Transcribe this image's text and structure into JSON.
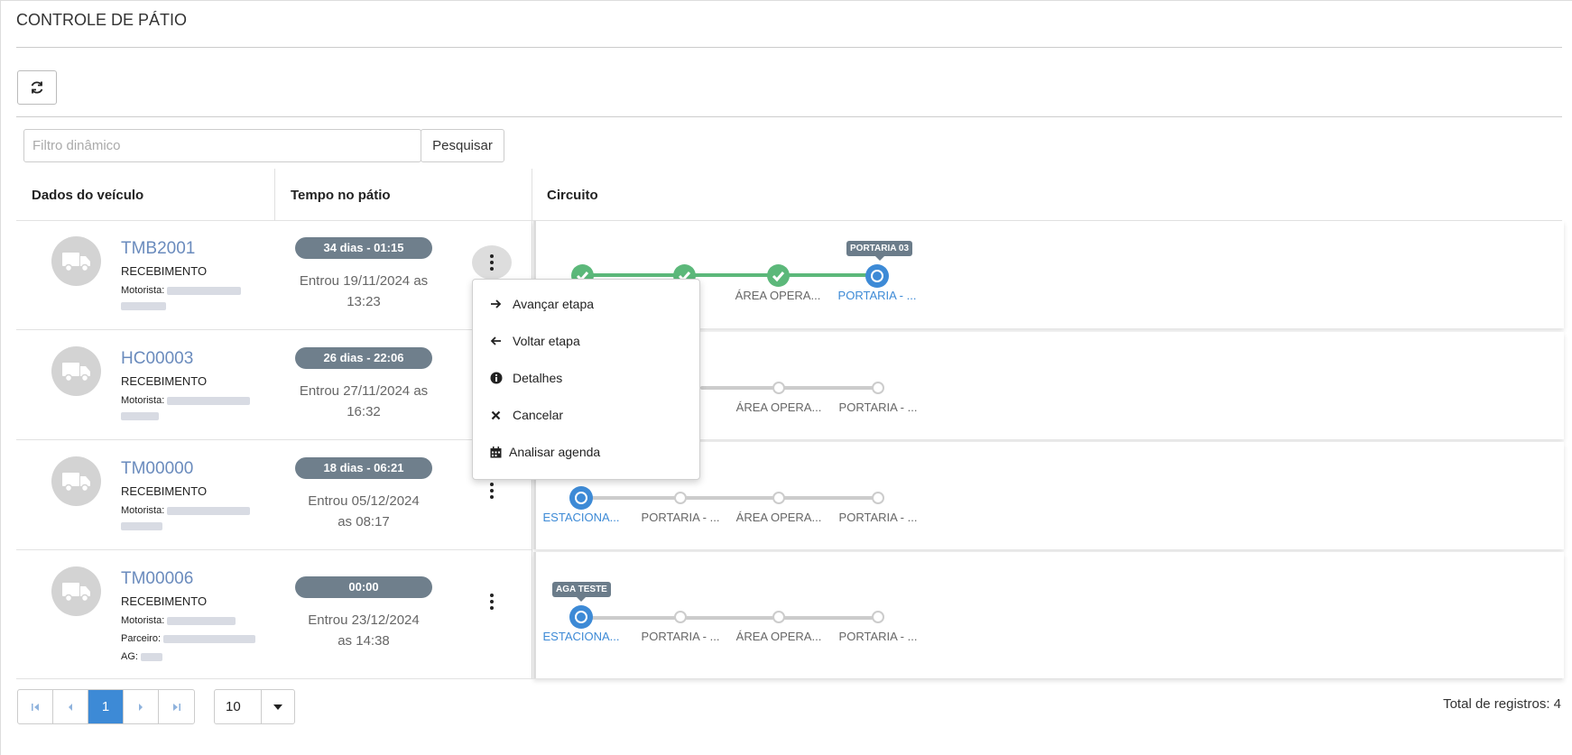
{
  "page": {
    "title": "CONTROLE DE PÁTIO"
  },
  "toolbar": {
    "refresh_icon": "refresh-icon"
  },
  "filter": {
    "placeholder": "Filtro dinâmico",
    "search_label": "Pesquisar"
  },
  "table": {
    "headers": [
      "Dados do veículo",
      "Tempo no pátio",
      "Circuito"
    ],
    "driver_label": "Motorista:",
    "partner_label": "Parceiro:",
    "ag_label": "AG:",
    "rows": [
      {
        "plate": "TMB2001",
        "operation": "RECEBIMENTO",
        "time": "34 dias - 01:15",
        "entry_line1": "Entrou 19/11/2024 as",
        "entry_line2": "13:23"
      },
      {
        "plate": "HC00003",
        "operation": "RECEBIMENTO",
        "time": "26 dias - 22:06",
        "entry_line1": "Entrou 27/11/2024 as",
        "entry_line2": "16:32"
      },
      {
        "plate": "TM00000",
        "operation": "RECEBIMENTO",
        "time": "18 dias - 06:21",
        "entry_line1": "Entrou 05/12/2024",
        "entry_line2": "as 08:17"
      },
      {
        "plate": "TM00006",
        "operation": "RECEBIMENTO",
        "time": "00:00",
        "entry_line1": "Entrou 23/12/2024",
        "entry_line2": "as 14:38"
      }
    ]
  },
  "circuit": {
    "row1": {
      "labels": [
        "ÁREA OPERA...",
        "PORTARIA - ..."
      ],
      "tooltip": "PORTARIA 03"
    },
    "row2": {
      "labels": [
        "ÁREA OPERA...",
        "PORTARIA - ..."
      ]
    },
    "row3": {
      "labels": [
        "ESTACIONA...",
        "PORTARIA - ...",
        "ÁREA OPERA...",
        "PORTARIA - ..."
      ]
    },
    "row4": {
      "labels": [
        "ESTACIONA...",
        "PORTARIA - ...",
        "ÁREA OPERA...",
        "PORTARIA - ..."
      ],
      "tooltip": "AGA TESTE"
    }
  },
  "menu": {
    "items": [
      {
        "label": "Avançar etapa",
        "icon": "arrow-right-icon"
      },
      {
        "label": "Voltar etapa",
        "icon": "arrow-left-icon"
      },
      {
        "label": "Detalhes",
        "icon": "info-icon"
      },
      {
        "label": "Cancelar",
        "icon": "close-icon"
      },
      {
        "label": "Analisar agenda",
        "icon": "calendar-icon"
      }
    ]
  },
  "pagination": {
    "current_page": "1",
    "page_size": "10",
    "total": "Total de registros: 4"
  },
  "colors": {
    "done": "#5cb87a",
    "current": "#3d8ad6",
    "pending": "#cccccc",
    "badge": "#6f7f8c"
  }
}
